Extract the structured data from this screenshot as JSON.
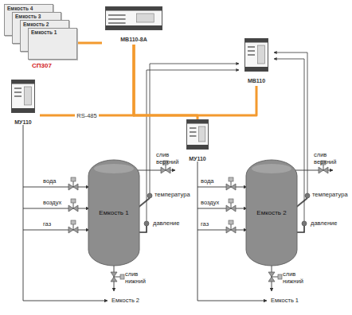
{
  "diagram": {
    "nodes": [
      {
        "text": [
          "Емкость 4"
        ]
      },
      {
        "text": [
          "Емкость 3"
        ]
      },
      {
        "text": [
          "Емкость 2"
        ]
      },
      {
        "text": [
          "Емкость 1"
        ]
      },
      {
        "text": [
          "МВ110-8А"
        ]
      },
      {
        "text": [
          "МВ110"
        ]
      },
      {
        "text": [
          "МУ110"
        ]
      },
      {
        "text": [
          "МУ110"
        ]
      },
      {
        "text": [
          "Емкость 1"
        ]
      },
      {
        "text": [
          "Емкость 2"
        ]
      }
    ],
    "edges": [
      {
        "from": 3,
        "to": 4,
        "arrow": "none"
      },
      {
        "from": 4,
        "to": 6,
        "label": "RS-485",
        "arrow": "none"
      },
      {
        "from": 4,
        "to": 7,
        "arrow": "none"
      },
      {
        "from": 4,
        "to": 5,
        "arrow": "none"
      }
    ],
    "labels": [
      "СП307",
      "вода",
      "воздух",
      "газ",
      "слив верхний",
      "температура",
      "давление",
      "слив нижний",
      "вода",
      "воздух",
      "газ",
      "слив верхний",
      "температура",
      "давление",
      "слив нижний",
      "Емкость 2",
      "Емкость 1"
    ]
  }
}
